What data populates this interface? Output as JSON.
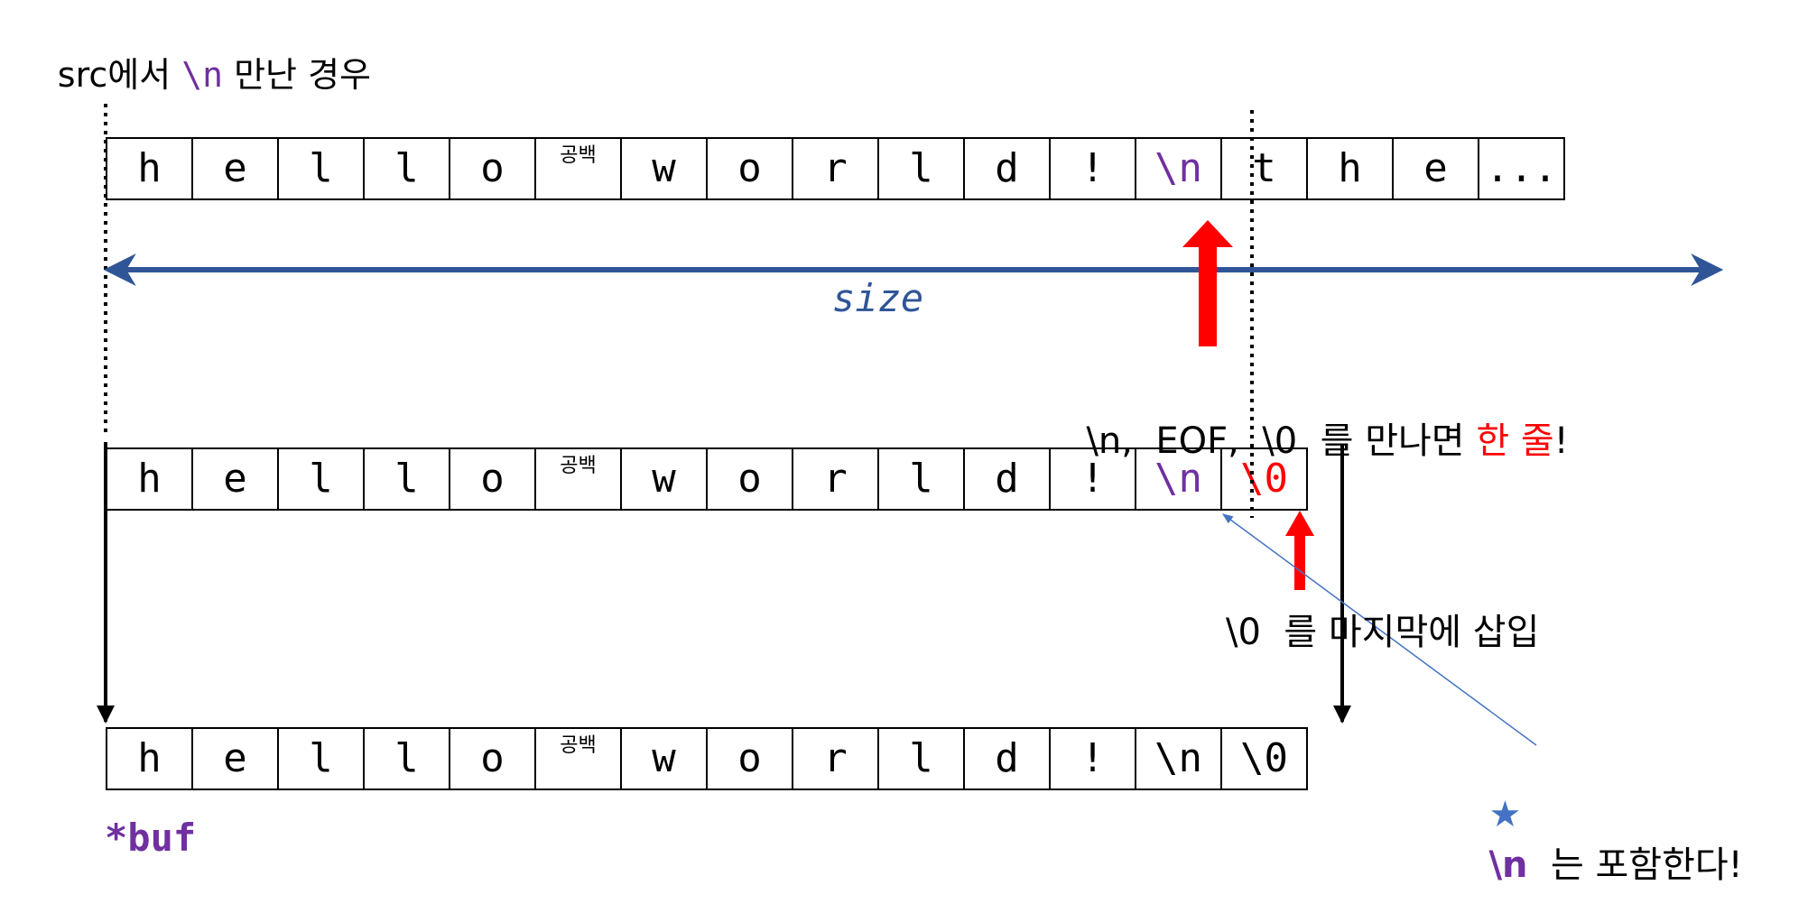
{
  "title": {
    "prefix": "src에서 ",
    "newline": "\\n",
    "suffix": " 만난 경우"
  },
  "rows": {
    "src": [
      "h",
      "e",
      "l",
      "l",
      "o",
      "공백",
      "w",
      "o",
      "r",
      "l",
      "d",
      "!",
      "\\n",
      "t",
      "h",
      "e",
      "..."
    ],
    "middle": [
      "h",
      "e",
      "l",
      "l",
      "o",
      "공백",
      "w",
      "o",
      "r",
      "l",
      "d",
      "!",
      "\\n",
      "\\0"
    ],
    "buf": [
      "h",
      "e",
      "l",
      "l",
      "o",
      "공백",
      "w",
      "o",
      "r",
      "l",
      "d",
      "!",
      "\\n",
      "\\0"
    ]
  },
  "labels": {
    "size": "size",
    "line_rule_prefix": "\\n,  EOF,  \\0  를 만나면 ",
    "line_rule_highlight": "한 줄",
    "line_rule_suffix": "!",
    "insert_rule": "\\0  를 마지막에 삽입",
    "include_star": "★",
    "include_newline": "\\n",
    "include_rule": "  는 포함한다!",
    "buf": "*buf"
  },
  "colors": {
    "newline": "#7030a0",
    "null_highlight": "#ff0000",
    "size_arrow": "#2f5597",
    "pointer_arrow": "#ff0000",
    "star": "#4472c4",
    "blue_line": "#4472c4"
  }
}
